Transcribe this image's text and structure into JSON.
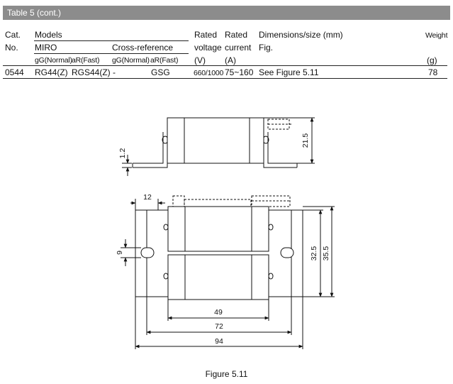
{
  "table": {
    "title": "Table 5 (cont.)",
    "headers": {
      "cat_1": "Cat.",
      "cat_2": "No.",
      "models": "Models",
      "miro": "MIRO",
      "cross_reference": "Cross-reference",
      "miro_g": "gG(Normal)",
      "miro_a": "aR(Fast)",
      "cross_g": "gG(Normal)",
      "cross_a": "aR(Fast)",
      "rated_voltage_1": "Rated",
      "rated_voltage_2": "voltage",
      "rated_voltage_3": "(V)",
      "rated_current_1": "Rated",
      "rated_current_2": "current",
      "rated_current_3": "(A)",
      "dimensions_1": "Dimensions/size (mm)",
      "dimensions_2": "Fig.",
      "weight_1": "Weight",
      "weight_3": "(g)"
    },
    "row": {
      "cat_no": "0544",
      "miro_g": "RG44(Z)",
      "miro_a": "RGS44(Z)",
      "cross_g": "-",
      "cross_a": "GSG",
      "voltage": "660/1000",
      "current": "75~160",
      "figure": "See Figure 5.11",
      "weight": "78"
    }
  },
  "figure": {
    "caption": "Figure 5.11",
    "side_view": {
      "dim_height": "21.5",
      "dim_thickness": "1.2"
    },
    "top_view": {
      "dim_12": "12",
      "dim_9": "9",
      "dim_49": "49",
      "dim_72": "72",
      "dim_94": "94",
      "dim_32_5": "32.5",
      "dim_35_5": "35.5"
    }
  }
}
